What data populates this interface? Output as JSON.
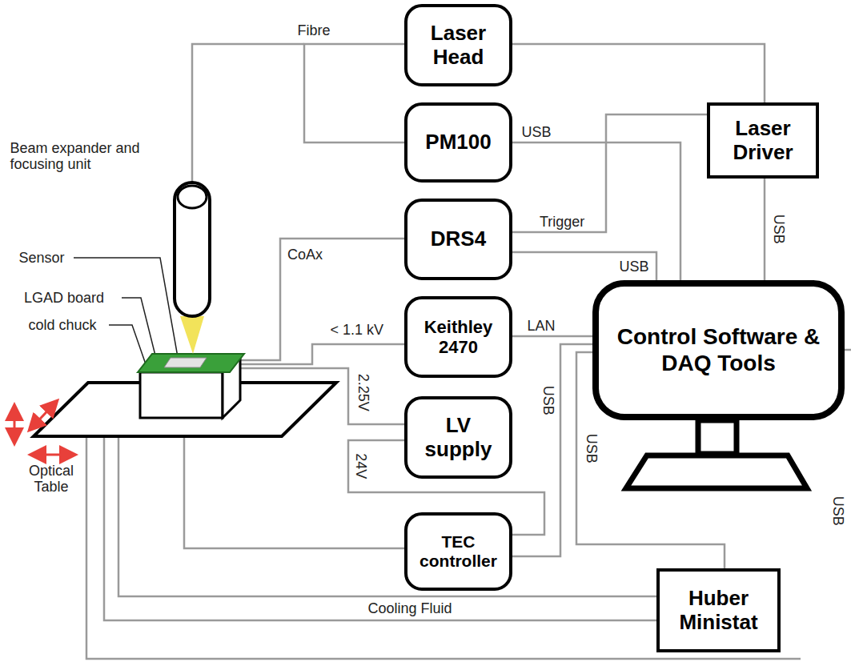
{
  "diagram": {
    "nodes": [
      {
        "text": [
          "Laser Head"
        ]
      },
      {
        "text": [
          "PM100"
        ]
      },
      {
        "text": [
          "DRS4"
        ]
      },
      {
        "text": [
          "Keithley 2470"
        ]
      },
      {
        "text": [
          "LV supply"
        ]
      },
      {
        "text": [
          "TEC controller"
        ]
      },
      {
        "text": [
          "Laser Driver"
        ]
      },
      {
        "text": [
          "Control Software & DAQ Tools"
        ]
      },
      {
        "text": [
          "Huber Ministat"
        ]
      }
    ],
    "edges": [
      {
        "from": 0,
        "to": 6,
        "arrow": "none"
      },
      {
        "from": 0,
        "to": 1,
        "arrow": "none"
      },
      {
        "from": 1,
        "to": 7,
        "label": "USB",
        "arrow": "none"
      },
      {
        "from": 2,
        "to": 6,
        "label": "Trigger",
        "arrow": "none"
      },
      {
        "from": 2,
        "to": 7,
        "label": "USB",
        "arrow": "none"
      },
      {
        "from": 3,
        "to": 7,
        "label": "LAN",
        "arrow": "none"
      },
      {
        "from": 6,
        "to": 7,
        "label": "USB",
        "arrow": "none"
      },
      {
        "from": 4,
        "to": 5,
        "label": "24V",
        "arrow": "none"
      },
      {
        "from": 5,
        "to": 7,
        "label": "USB",
        "arrow": "none"
      },
      {
        "from": 8,
        "to": 7,
        "label": "USB",
        "arrow": "none"
      }
    ],
    "labels": [
      "Fibre",
      "Beam expander and focusing unit",
      "Sensor",
      "LGAD board",
      "cold chuck",
      "CoAx",
      "< 1.1 kV",
      "2.25V",
      "Optical Table",
      "Cooling Fluid",
      "USB"
    ]
  }
}
